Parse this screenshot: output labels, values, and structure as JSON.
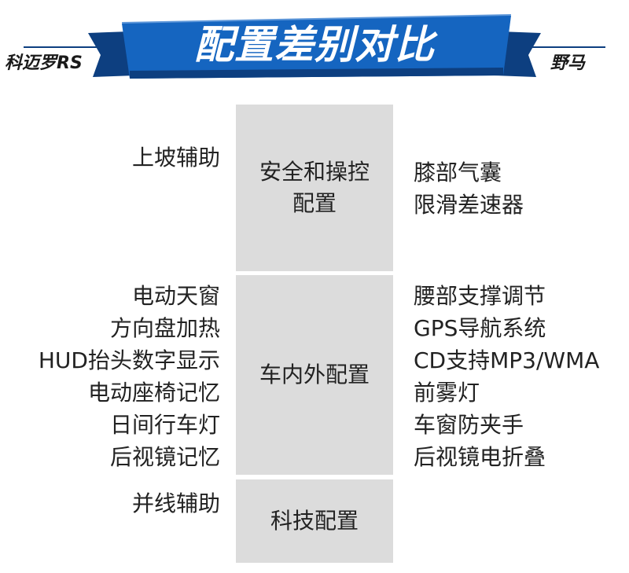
{
  "banner": {
    "title": "配置差别对比",
    "left_car": "科迈罗RS",
    "right_car": "野马",
    "colors": {
      "blue": "#1565c0",
      "dark_blue": "#0d3f80",
      "light_blue": "#5e97d9"
    }
  },
  "sections": [
    {
      "category_lines": [
        "安全和操控",
        "配置"
      ],
      "left_items": [
        "上坡辅助"
      ],
      "right_items": [
        "膝部气囊",
        "限滑差速器"
      ]
    },
    {
      "category_lines": [
        "车内外配置"
      ],
      "left_items": [
        "电动天窗",
        "方向盘加热",
        "HUD抬头数字显示",
        "电动座椅记忆",
        "日间行车灯",
        "后视镜记忆"
      ],
      "right_items": [
        "腰部支撑调节",
        "GPS导航系统",
        "CD支持MP3/WMA",
        "前雾灯",
        "车窗防夹手",
        "后视镜电折叠"
      ]
    },
    {
      "category_lines": [
        "科技配置"
      ],
      "left_items": [
        "并线辅助"
      ],
      "right_items": []
    }
  ]
}
